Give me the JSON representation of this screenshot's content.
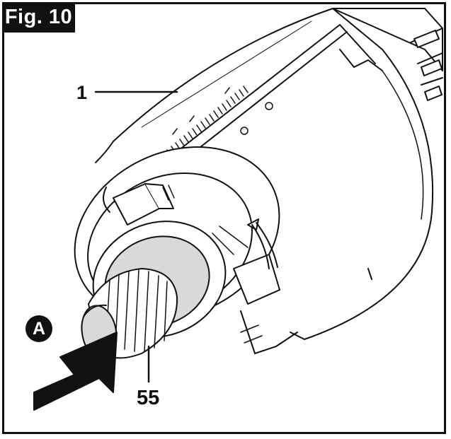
{
  "figure": {
    "label": "Fig. 10",
    "callouts": {
      "part_1": "1",
      "part_55": "55",
      "action": "A"
    },
    "colors": {
      "ink": "#111111",
      "shade": "#d9d9d9",
      "paper": "#ffffff"
    }
  }
}
